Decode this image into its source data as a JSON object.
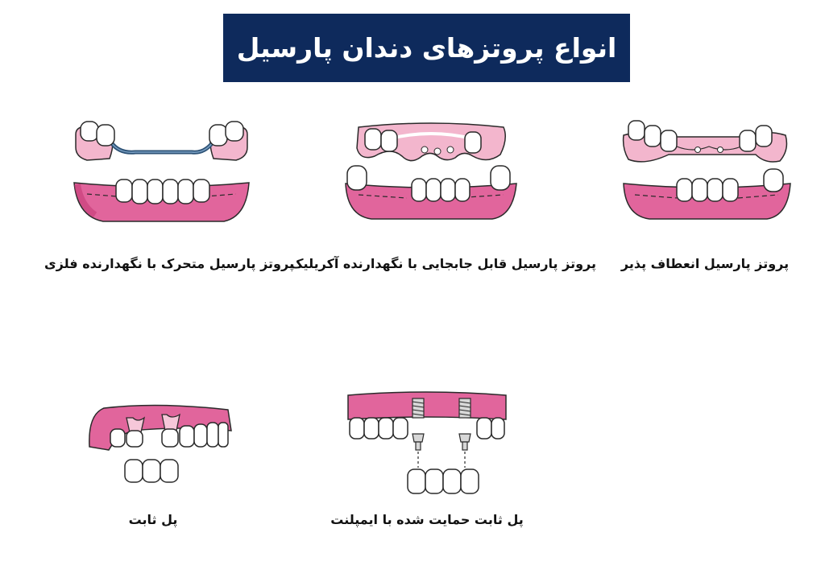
{
  "title": "انواع پروتزهای دندان پارسیل",
  "items": [
    {
      "label": "پروتز پارسیل متحرک با نگهدارنده فلزی"
    },
    {
      "label": "پروتز پارسیل قابل جابجایی با نگهدارنده آکریلیک"
    },
    {
      "label": "پروتز پارسیل انعطاف پذیر"
    },
    {
      "label": "پل ثابت"
    },
    {
      "label": "پل ثابت حمایت شده با ایمپلنت"
    }
  ],
  "colors": {
    "banner": "#0e2a5c",
    "gum": "#e1659c",
    "gum_dark": "#c43a77",
    "acrylic": "#f3b6cd",
    "metal_clasp": "#2d5276",
    "tooth": "#ffffff",
    "outline": "#2a2a2a"
  }
}
